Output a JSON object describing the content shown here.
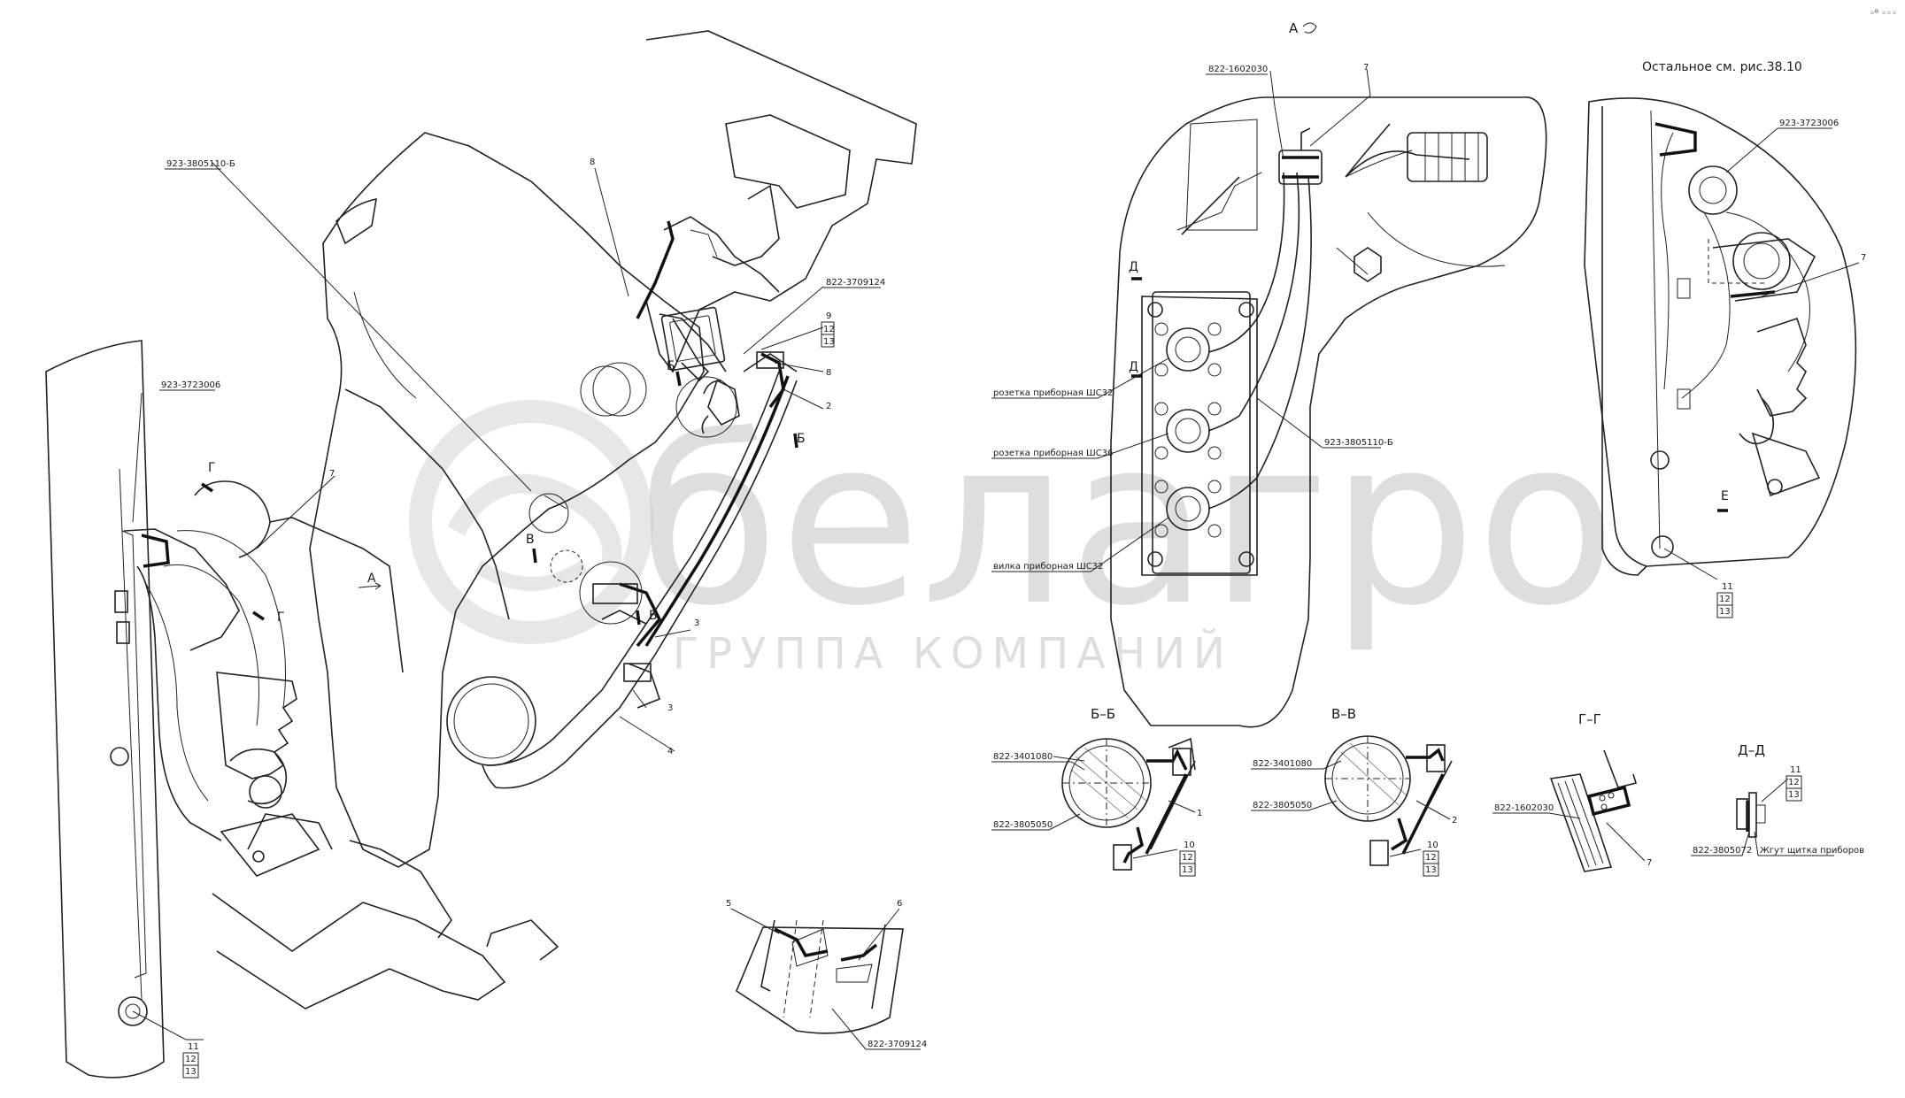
{
  "corner_marks": "◦⁰ ◦◦◦",
  "watermark": {
    "brand": "белагро",
    "subtitle": "ГРУППА КОМПАНИЙ"
  },
  "views": {
    "main": {
      "section_marks": [
        "Б",
        "Б",
        "В",
        "В",
        "Г",
        "Г",
        "А"
      ],
      "labels": [
        "923-3805110-Б",
        "923-3723006",
        "822-3709124",
        "822-3709124"
      ],
      "position_numbers": [
        "8",
        "7",
        "9",
        "12",
        "13",
        "8",
        "2",
        "3",
        "3",
        "4",
        "5",
        "6",
        "11",
        "12",
        "13"
      ]
    },
    "view_a": {
      "title": "А",
      "labels": [
        "822-1602030",
        "розетка приборная ШС32",
        "розетка приборная ШС36",
        "вилка приборная ШС32",
        "923-3805110-Б"
      ],
      "position_numbers": [
        "7"
      ],
      "section_marks": [
        "Д",
        "Д"
      ]
    },
    "view_right": {
      "note": "Остальное см. рис.38.10",
      "labels": [
        "923-3723006"
      ],
      "position_numbers": [
        "7",
        "11",
        "12",
        "13"
      ],
      "section_marks": [
        "Е"
      ]
    },
    "section_bb": {
      "title": "Б–Б",
      "labels": [
        "822-3401080",
        "822-3805050"
      ],
      "position_numbers": [
        "1",
        "10",
        "12",
        "13"
      ]
    },
    "section_vv": {
      "title": "В–В",
      "labels": [
        "822-3401080",
        "822-3805050"
      ],
      "position_numbers": [
        "2",
        "10",
        "12",
        "13"
      ]
    },
    "section_gg": {
      "title": "Г–Г",
      "labels": [
        "822-1602030"
      ],
      "position_numbers": [
        "7"
      ]
    },
    "section_dd": {
      "title": "Д–Д",
      "labels": [
        "822-3805072",
        "Жгут щитка приборов"
      ],
      "position_numbers": [
        "11",
        "12",
        "13"
      ]
    }
  }
}
